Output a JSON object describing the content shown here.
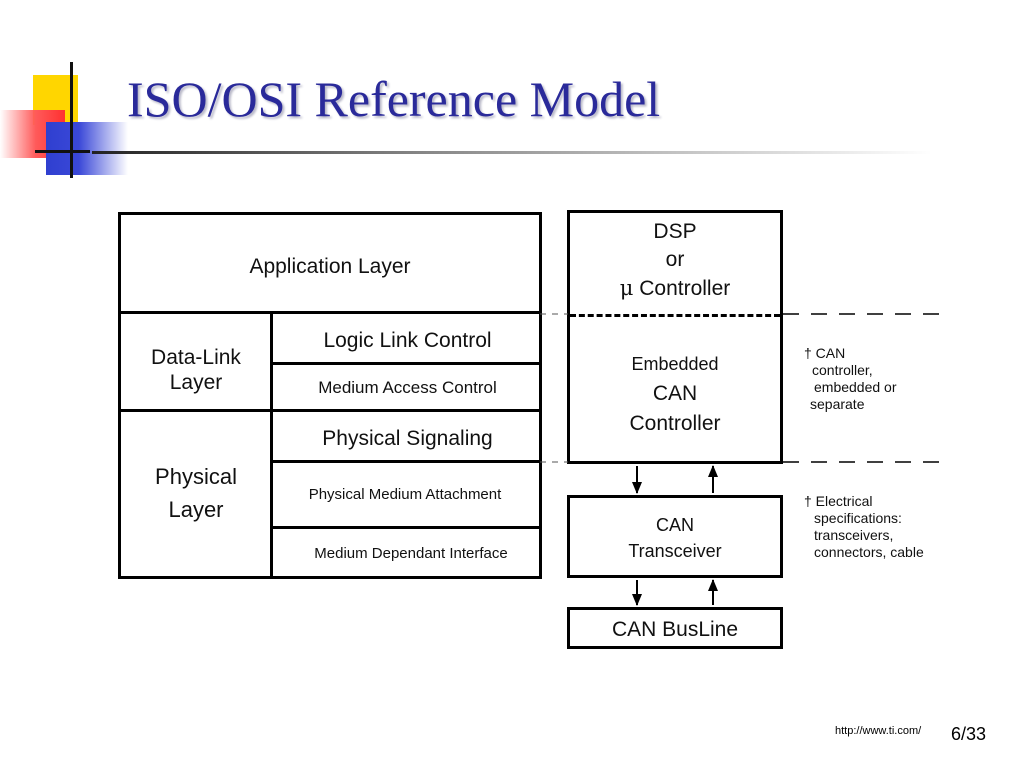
{
  "slide": {
    "title": "ISO/OSI Reference Model",
    "source": "http://www.ti.com/",
    "page": "6/33"
  },
  "osi": {
    "application": "Application Layer",
    "data_link": [
      "Data-Link",
      "Layer"
    ],
    "physical": [
      "Physical",
      "Layer"
    ],
    "llc": "Logic Link Control",
    "mac": "Medium Access Control",
    "ps": "Physical Signaling",
    "pma": "Physical Medium Attachment",
    "mdi": "Medium Dependant Interface"
  },
  "hardware": {
    "dsp": [
      "DSP",
      "or",
      "Controller"
    ],
    "mu": "μ",
    "embedded": [
      "Embedded",
      "CAN",
      "Controller"
    ],
    "transceiver": [
      "CAN",
      "Transceiver"
    ],
    "busline": "CAN BusLine"
  },
  "notes": {
    "controller": [
      "† CAN",
      "controller,",
      "embedded or",
      "separate"
    ],
    "electrical": [
      "† Electrical",
      "specifications:",
      "transceivers,",
      "connectors, cable"
    ]
  }
}
